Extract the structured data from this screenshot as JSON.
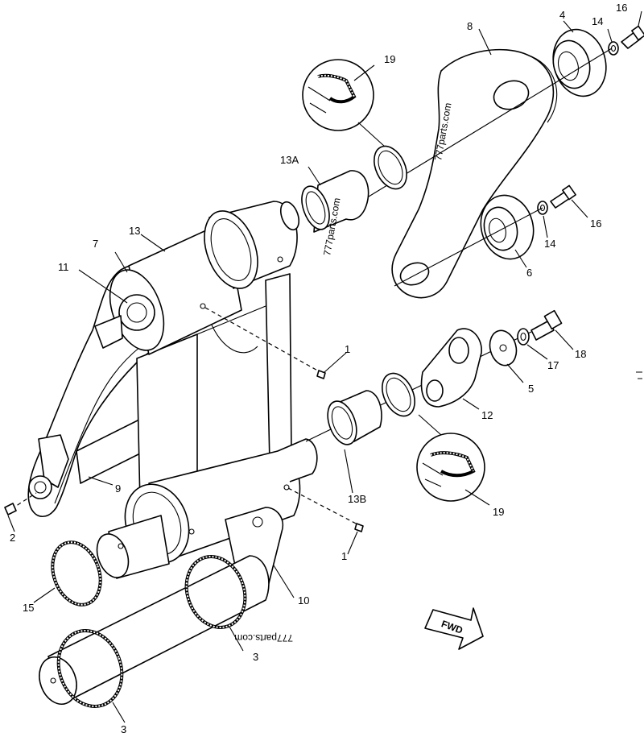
{
  "callouts": {
    "c1a": "1",
    "c1b": "1",
    "c2": "2",
    "c3a": "3",
    "c3b": "3",
    "c4": "4",
    "c5": "5",
    "c6": "6",
    "c7": "7",
    "c8": "8",
    "c9": "9",
    "c10": "10",
    "c11": "11",
    "c12": "12",
    "c13": "13",
    "c13A": "13A",
    "c13B": "13B",
    "c14a": "14",
    "c14b": "14",
    "c15": "15",
    "c16a": "16",
    "c16b": "16",
    "c17": "17",
    "c18": "18",
    "c19a": "19",
    "c19b": "19"
  },
  "watermark": {
    "upper": "777parts.com",
    "middle": "777parts.com",
    "lower": "777parts.com"
  },
  "fwd_label": "FWD"
}
